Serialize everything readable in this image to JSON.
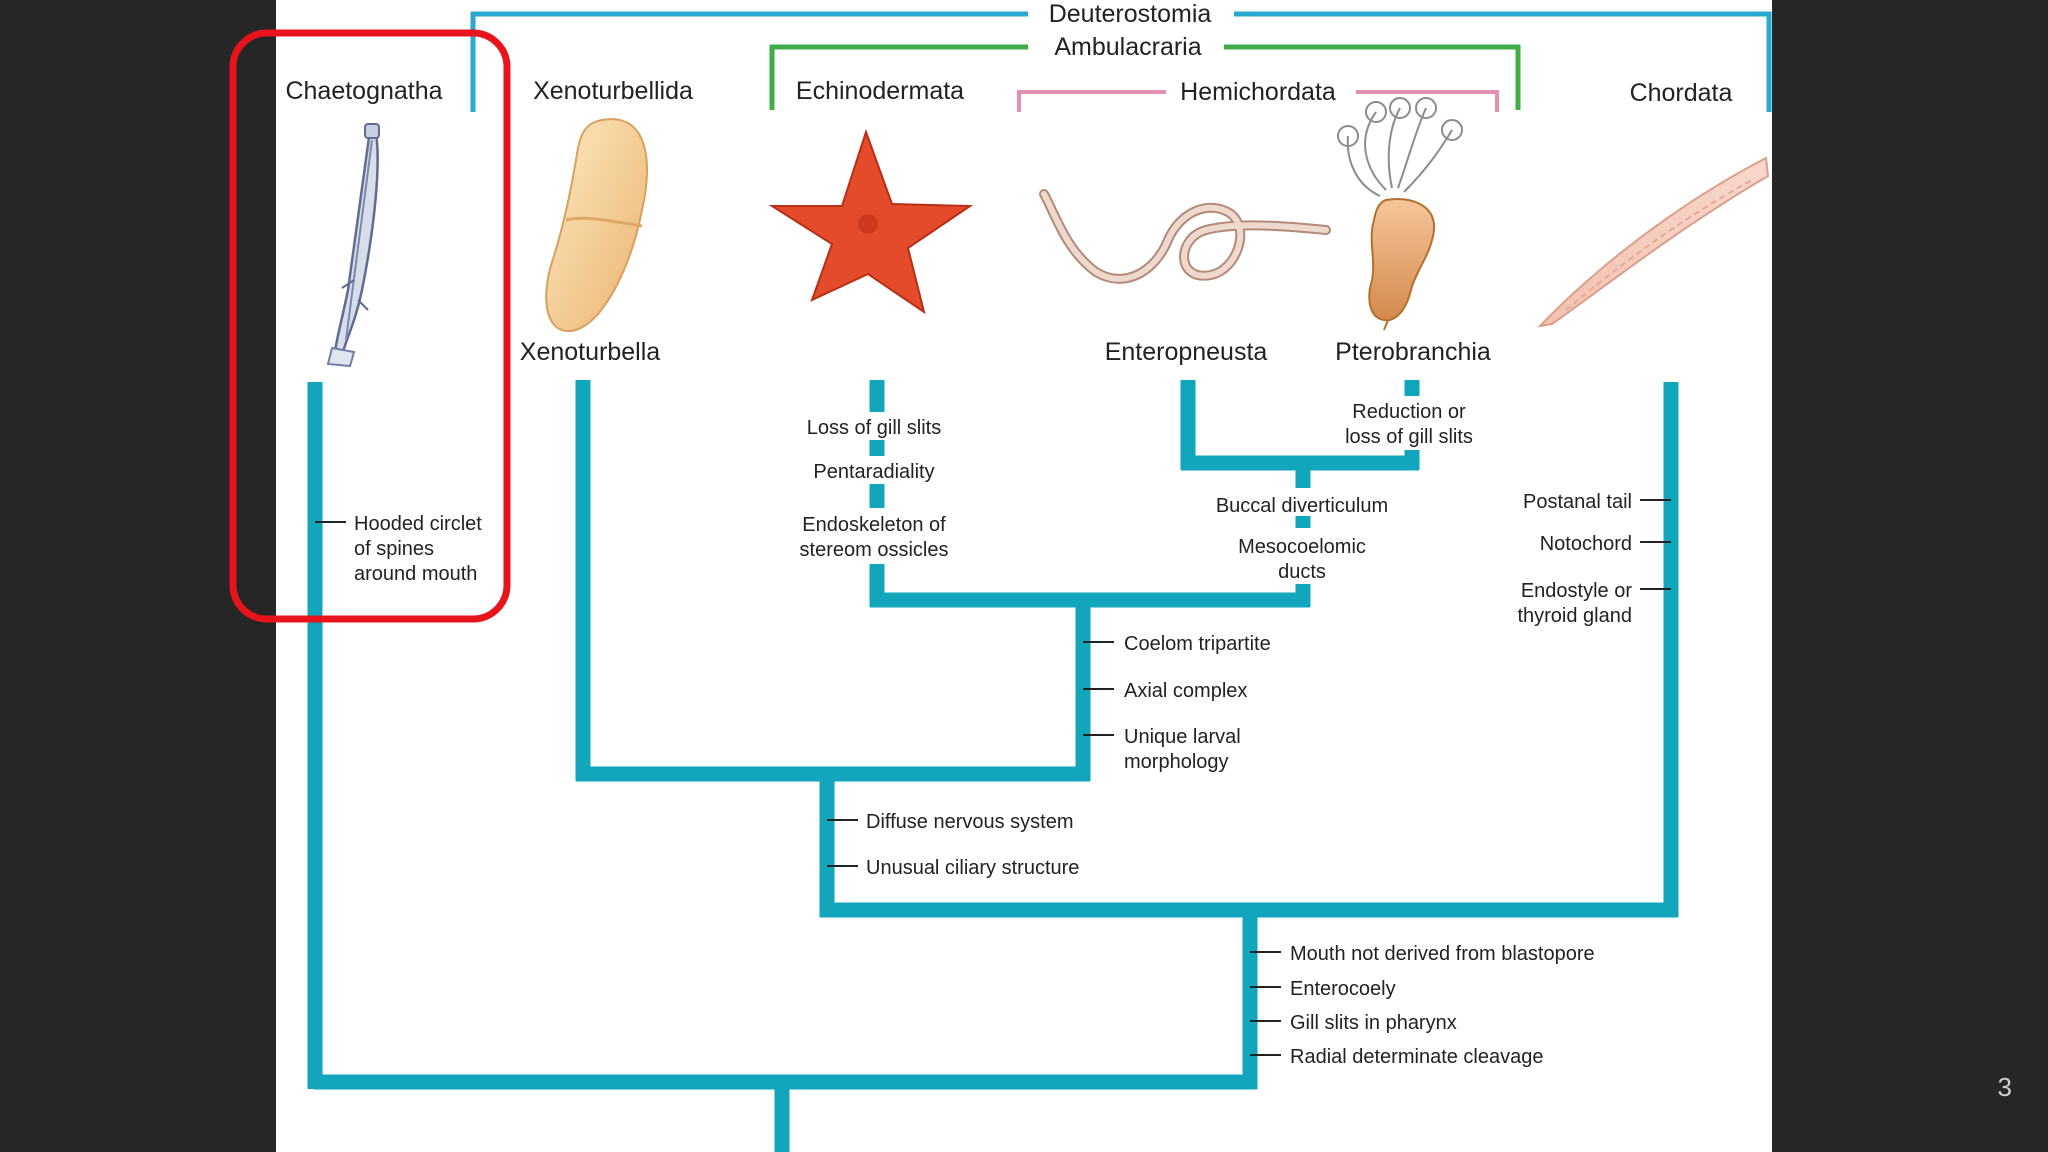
{
  "groups": {
    "deuterostomia": "Deuterostomia",
    "ambulacraria": "Ambulacraria",
    "hemichordata": "Hemichordata"
  },
  "taxa": {
    "chaetognatha": "Chaetognatha",
    "xenoturbellida": "Xenoturbellida",
    "echinodermata": "Echinodermata",
    "chordata": "Chordata",
    "xenoturbella": "Xenoturbella",
    "enteropneusta": "Enteropneusta",
    "pterobranchia": "Pterobranchia"
  },
  "traits": {
    "chaetognatha": [
      "Hooded circlet",
      "of spines",
      "around mouth"
    ],
    "echinodermata": [
      "Loss of gill slits",
      "Pentaradiality",
      "Endoskeleton of",
      "stereom ossicles"
    ],
    "pterobranchia": [
      "Reduction or",
      "loss of gill slits"
    ],
    "hemichordata": [
      "Buccal diverticulum",
      "Mesocoelomic",
      "ducts"
    ],
    "chordata": [
      "Postanal tail",
      "Notochord",
      "Endostyle or",
      "thyroid gland"
    ],
    "ambulacraria": [
      "Coelom tripartite",
      "Axial complex",
      "Unique larval",
      "morphology"
    ],
    "xeno_ambulacraria": [
      "Diffuse nervous system",
      "Unusual ciliary structure"
    ],
    "deuterostomia": [
      "Mouth not derived from blastopore",
      "Enterocoely",
      "Gill slits in pharynx",
      "Radial determinate cleavage"
    ]
  },
  "colors": {
    "branch": "#12a6bd",
    "deuterostomia_bracket": "#29a9d0",
    "ambulacraria_bracket": "#3fae49",
    "hemichordata_bracket": "#e58fb0",
    "highlight_box": "#e8141b"
  },
  "page_number": "3"
}
